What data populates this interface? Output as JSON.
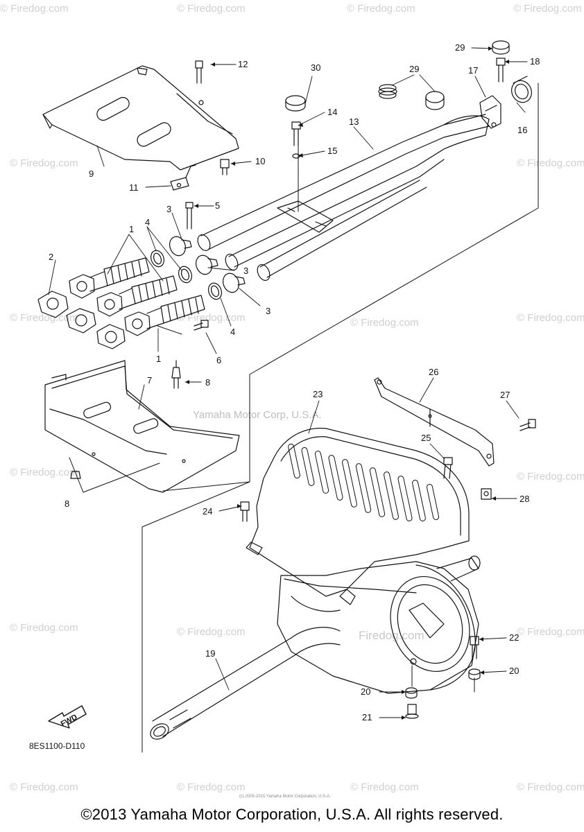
{
  "watermark": {
    "text": "© Firedog.com"
  },
  "credit": {
    "text": "Yamaha Motor Corp, U.S.A."
  },
  "inline_watermark": {
    "text": "Firedog.com"
  },
  "diagram_code": "8ES1100-D110",
  "fwd_label": "FWD",
  "fine_print": "(c) 2005-2015 Yamaha Motor Corporation, U.S.A.",
  "copyright": "©2013 Yamaha Motor Corporation, U.S.A. All rights reserved.",
  "callouts": {
    "c1a": "1",
    "c1b": "1",
    "c2": "2",
    "c3a": "3",
    "c3b": "3",
    "c3c": "3",
    "c4a": "4",
    "c4b": "4",
    "c5": "5",
    "c6": "6",
    "c7": "7",
    "c8a": "8",
    "c8b": "8",
    "c9": "9",
    "c10": "10",
    "c11": "11",
    "c12": "12",
    "c13": "13",
    "c14": "14",
    "c15": "15",
    "c16": "16",
    "c17": "17",
    "c18": "18",
    "c19": "19",
    "c20a": "20",
    "c20b": "20",
    "c21": "21",
    "c22": "22",
    "c23": "23",
    "c24": "24",
    "c25": "25",
    "c26": "26",
    "c27": "27",
    "c28": "28",
    "c29a": "29",
    "c29b": "29",
    "c30": "30"
  }
}
